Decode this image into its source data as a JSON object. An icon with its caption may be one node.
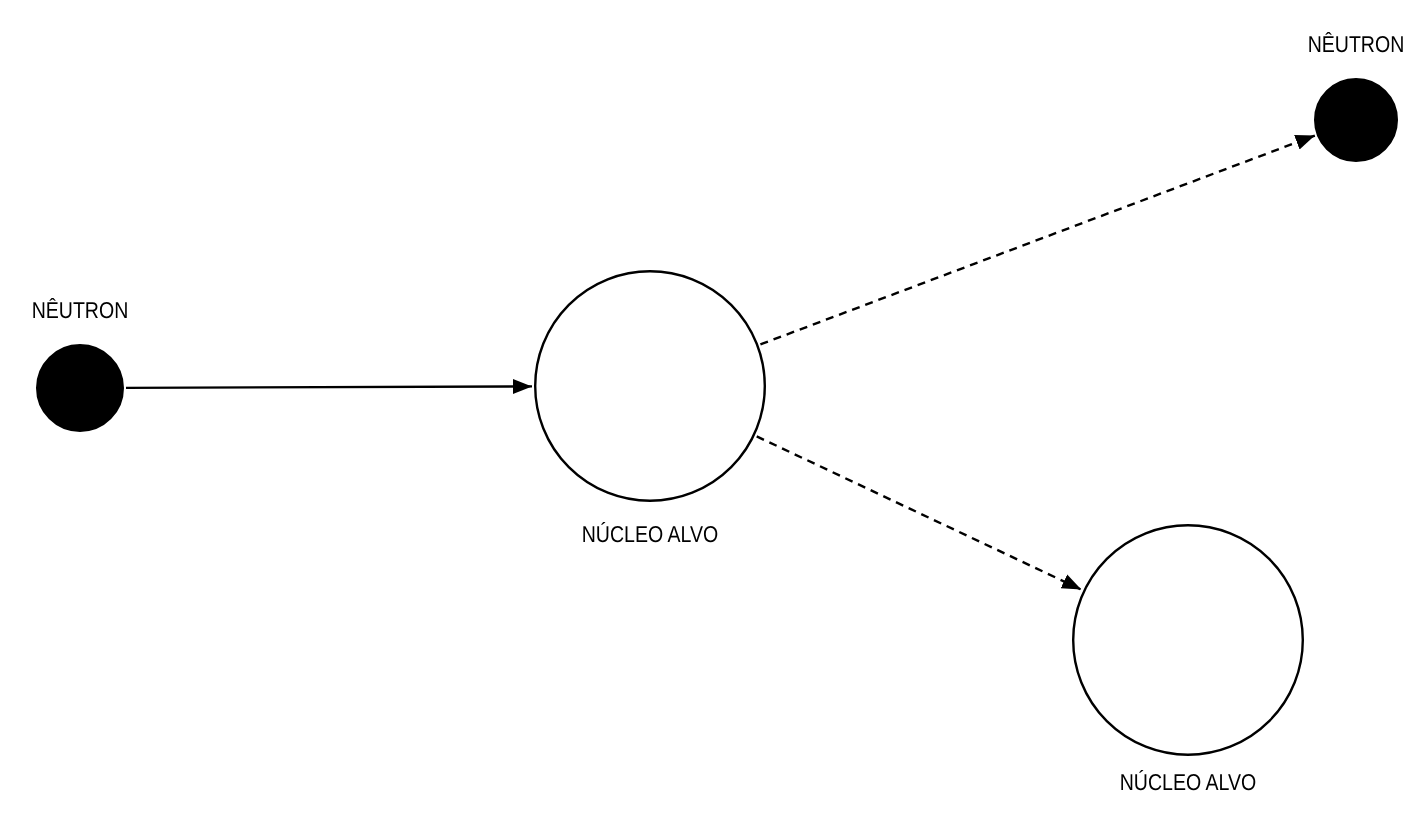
{
  "diagram": {
    "nodes": [
      {
        "text": [
          "NÊUTRON"
        ]
      },
      {
        "text": [
          "NÚCLEO ALVO"
        ]
      },
      {
        "text": [
          "NÊUTRON"
        ]
      },
      {
        "text": [
          "NÚCLEO ALVO"
        ]
      }
    ],
    "edges": [
      {
        "from": 0,
        "to": 1,
        "arrow": "to"
      },
      {
        "from": 1,
        "to": 2,
        "arrow": "to",
        "style": "dashed"
      },
      {
        "from": 1,
        "to": 3,
        "arrow": "to",
        "style": "dashed"
      }
    ]
  }
}
